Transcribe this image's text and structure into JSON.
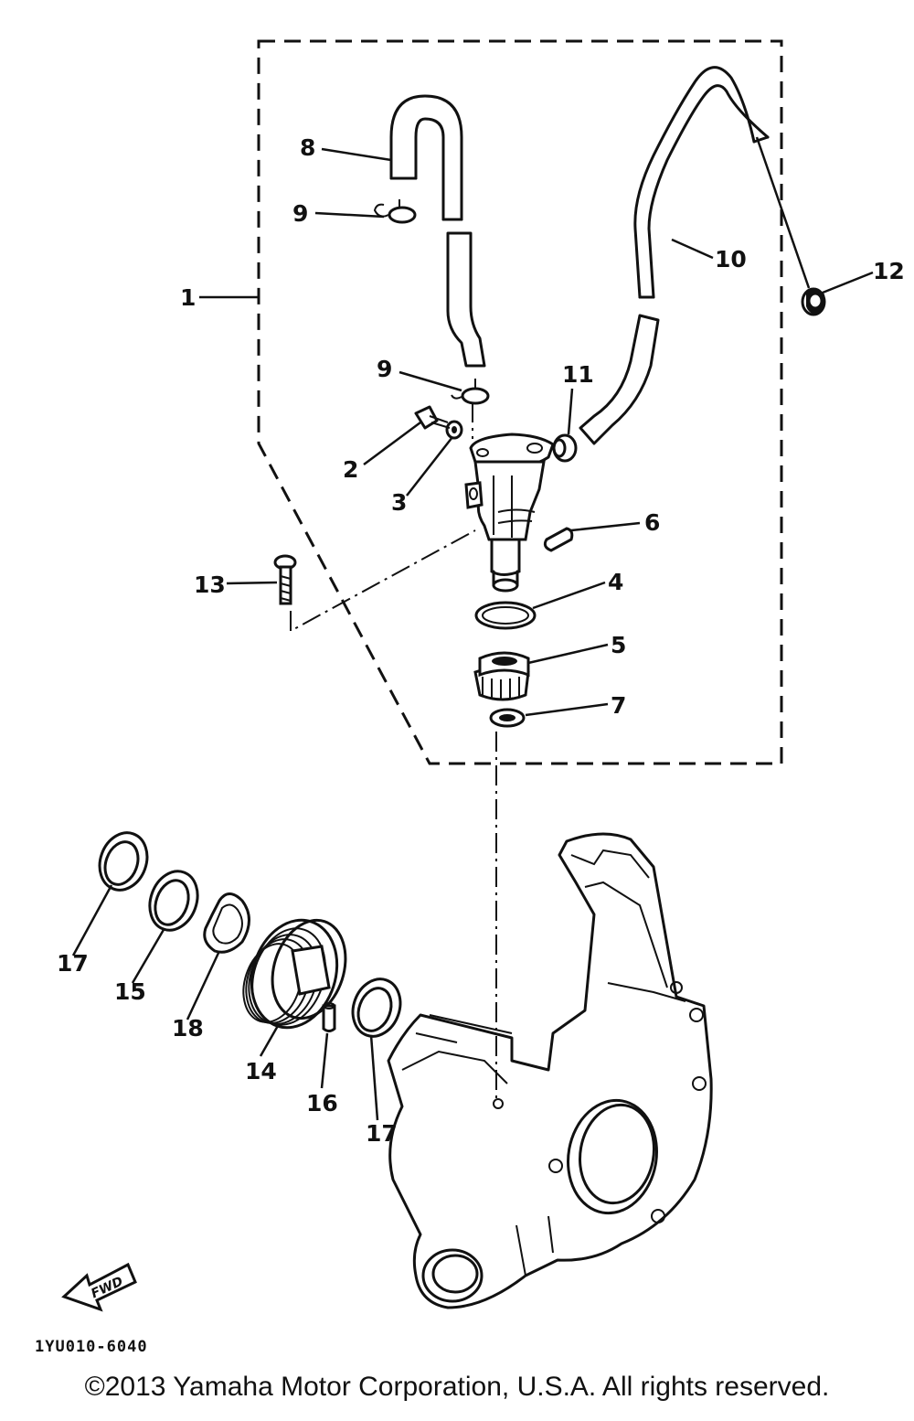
{
  "diagram": {
    "callouts": {
      "c1": "1",
      "c2": "2",
      "c3": "3",
      "c4": "4",
      "c5": "5",
      "c6": "6",
      "c7": "7",
      "c8": "8",
      "c9a": "9",
      "c9b": "9",
      "c10": "10",
      "c11": "11",
      "c12": "12",
      "c13": "13",
      "c14": "14",
      "c15": "15",
      "c16": "16",
      "c17a": "17",
      "c17b": "17",
      "c18": "18"
    },
    "fwd_label": "FWD",
    "drawing_code": "1YU010-6040"
  },
  "footer": {
    "copyright": "©2013 Yamaha Motor Corporation, U.S.A. All rights reserved."
  }
}
